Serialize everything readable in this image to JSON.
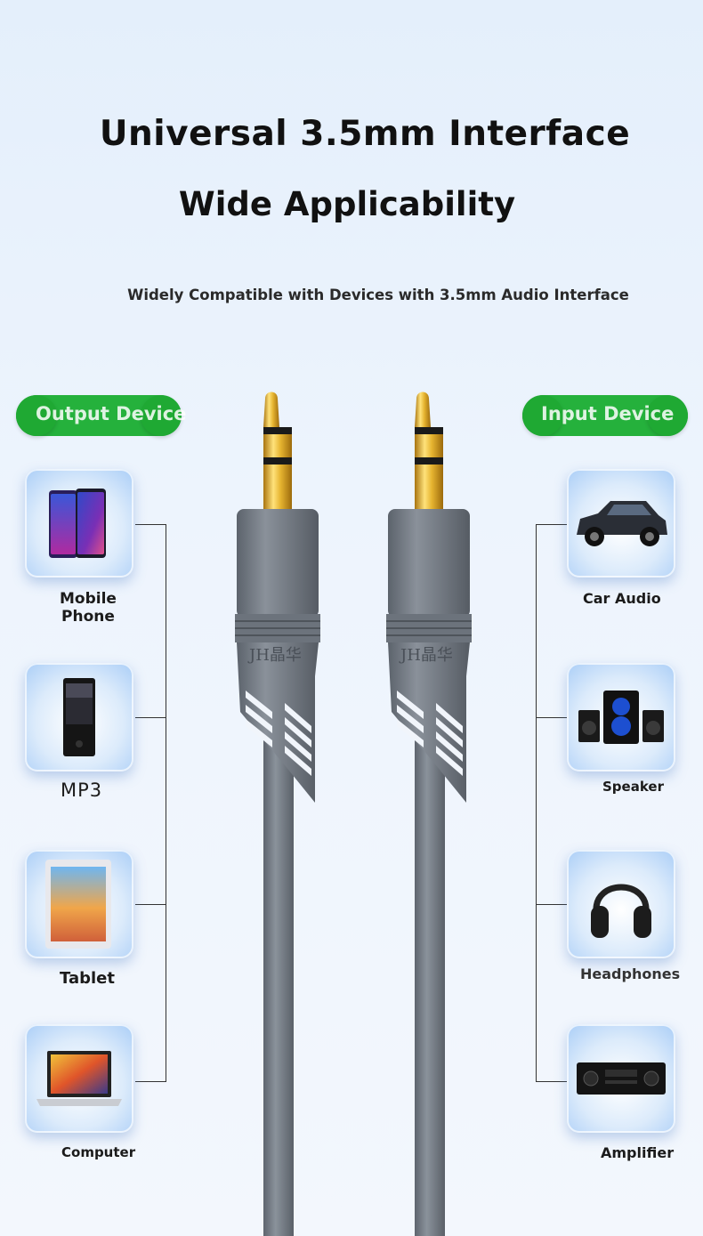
{
  "header": {
    "title_line1": "Universal 3.5mm Interface",
    "title_line2": "Wide Applicability",
    "subtitle": "Widely Compatible with Devices with 3.5mm Audio Interface"
  },
  "output_group": {
    "label": "Output Device",
    "devices": [
      {
        "label": "Mobile\nPhone",
        "icon": "mobile-phone-icon"
      },
      {
        "label": "MP3",
        "icon": "mp3-player-icon"
      },
      {
        "label": "Tablet",
        "icon": "tablet-icon"
      },
      {
        "label": "Computer",
        "icon": "laptop-icon"
      }
    ]
  },
  "input_group": {
    "label": "Input Device",
    "devices": [
      {
        "label": "Car Audio",
        "icon": "car-icon"
      },
      {
        "label": "Speaker",
        "icon": "speaker-icon"
      },
      {
        "label": "Headphones",
        "icon": "headphones-icon"
      },
      {
        "label": "Amplifier",
        "icon": "amplifier-icon"
      }
    ]
  },
  "brand": {
    "logo_text": "JH晶华"
  },
  "colors": {
    "accent_green": "#25b13c",
    "cable_grey": "#6f7680",
    "connector_gold": "#d9a520"
  }
}
